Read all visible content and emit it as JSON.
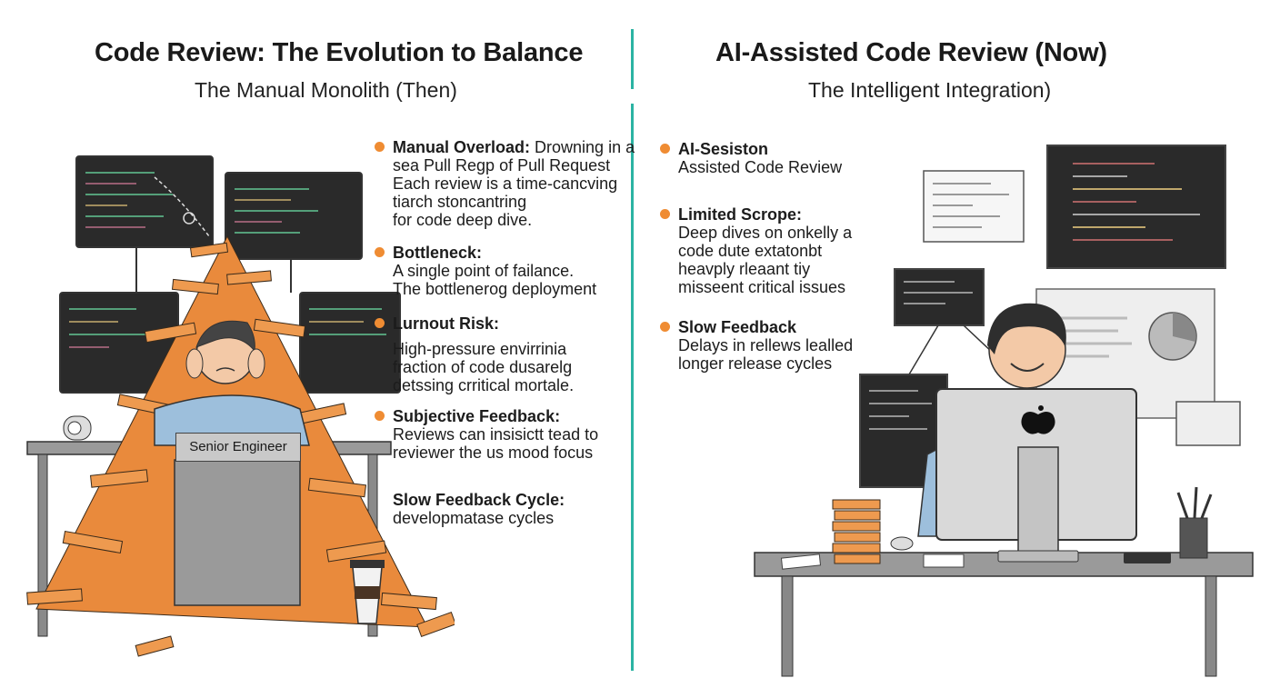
{
  "left": {
    "title": "Code Review: The Evolution to Balance",
    "subtitle": "The Manual Monolith (Then)",
    "badge": "Senior Engineer",
    "bullets": [
      {
        "head": "Manual Overload:",
        "tail": " Drowning in a",
        "lines": [
          "sea Pull Regp of Pull Request",
          "Each review is a time-cancving",
          "tiarch stoncantring",
          "for code deep dive."
        ],
        "dot": true
      },
      {
        "head": "Bottleneck:",
        "tail": "",
        "lines": [
          "A single point of failance.",
          "The bottlenerog deployment"
        ],
        "dot": true
      },
      {
        "head": "Lurnout Risk:",
        "tail": "",
        "lines": [
          "High-pressure envirrinia",
          "fraction of code dusarelg",
          "detssing crritical mortale."
        ],
        "dot": true
      },
      {
        "head": "Subjective Feedback:",
        "tail": "",
        "lines": [
          "Reviews can insisictt tead to",
          "reviewer the us mood focus"
        ],
        "dot": true
      },
      {
        "head": "Slow Feedback Cycle:",
        "tail": "",
        "lines": [
          "developmatase cycles"
        ],
        "dot": false
      }
    ]
  },
  "right": {
    "title": "AI-Assisted Code Review (Now)",
    "subtitle": "The Intelligent Integration)",
    "bullets": [
      {
        "head": "AI-Sesiston",
        "tail": "",
        "lines": [
          "Assisted Code Review"
        ],
        "dot": true
      },
      {
        "head": "Limited Scrope:",
        "tail": "",
        "lines": [
          "Deep dives on onkelly a",
          "code dute extatonbt",
          "heavply rleaant tiy",
          "misseent critical issues"
        ],
        "dot": true
      },
      {
        "head": "Slow Feedback",
        "tail": "",
        "lines": [
          "Delays in rellews lealled",
          "longer release cycles"
        ],
        "dot": true
      }
    ]
  },
  "colors": {
    "accent": "#2bb3a3",
    "bullet": "#ef8c33",
    "paper": "#ee9a4f"
  }
}
